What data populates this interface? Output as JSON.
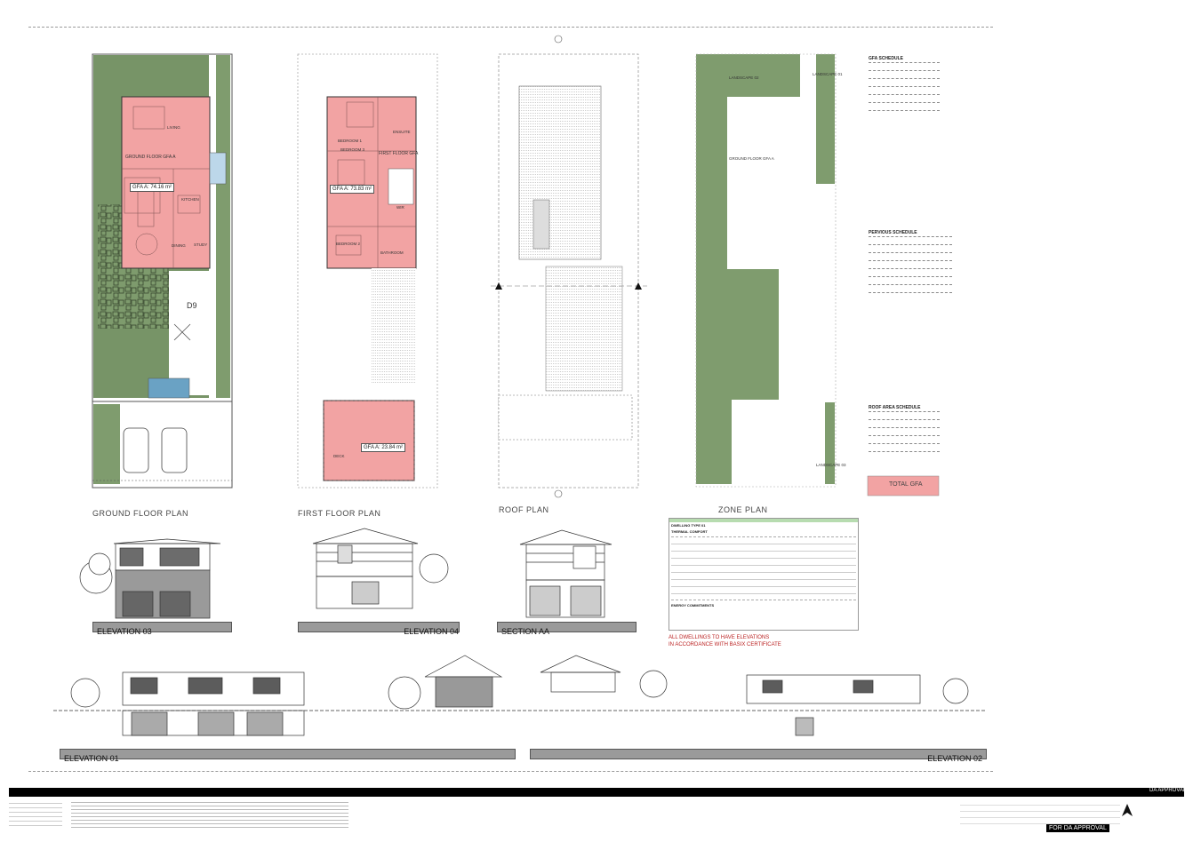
{
  "colors": {
    "landscape_green": "#7f9c6e",
    "gfa_pink": "#f2a3a3",
    "outline": "#444444",
    "water_blue": "#6aa2c4",
    "band_grey": "#9a9a9a",
    "title_black": "#000000"
  },
  "plans": {
    "ground_floor": {
      "title": "GROUND FLOOR PLAN",
      "gfa_area": "GFA A: 74.16 m²",
      "gfa_title": "GROUND FLOOR GFA A",
      "room_living": "LIVING",
      "room_dining": "DINING",
      "room_study": "STUDY",
      "room_kitchen": "KITCHEN",
      "driveway_label": "D9"
    },
    "first_floor": {
      "title": "FIRST FLOOR PLAN",
      "gfa_area": "GFA A: 73.83 m²",
      "gfa_area_2": "GFA A: 23.84 m²",
      "gfa_title": "FIRST FLOOR GFA",
      "room_bed1": "BEDROOM 1",
      "room_bed2": "BEDROOM 2",
      "room_bed3": "BEDROOM 3",
      "room_ensuite": "ENSUITE",
      "room_bath": "BATHROOM",
      "room_wir": "WIR",
      "room_deck": "DECK"
    },
    "roof": {
      "title": "ROOF PLAN"
    },
    "zone": {
      "title": "ZONE PLAN",
      "landscape_02": "LANDSCAPE 02",
      "landscape_01": "LANDSCAPE 01",
      "landscape_03": "LANDSCAPE 03",
      "ground_floor_a": "GROUND FLOOR GFA A"
    }
  },
  "schedules": {
    "gfa_title": "GFA SCHEDULE",
    "pervious_title": "PERVIOUS SCHEDULE",
    "roof_title": "ROOF AREA SCHEDULE",
    "total_gfa": "TOTAL GFA"
  },
  "elevations": {
    "e03": "ELEVATION 03",
    "e04": "ELEVATION 04",
    "section": "SECTION AA",
    "e01": "ELEVATION 01",
    "e02": "ELEVATION 02"
  },
  "basix": {
    "dwelling": "DWELLING TYPE 01",
    "thermal": "THERMAL COMFORT",
    "energy": "ENERGY COMMITMENTS",
    "note_line1": "ALL DWELLINGS TO HAVE ELEVATIONS",
    "note_line2": "IN ACCORDANCE WITH BASIX CERTIFICATE"
  },
  "title_block": {
    "stamp": "FOR DA APPROVAL",
    "corner": "DA APPROVAL"
  }
}
